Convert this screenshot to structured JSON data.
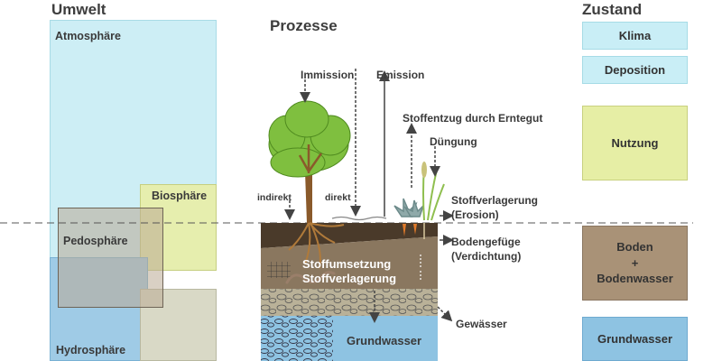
{
  "headers": {
    "umwelt": "Umwelt",
    "prozesse": "Prozesse",
    "zustand": "Zustand"
  },
  "environment": {
    "atmosphaere": "Atmosphäre",
    "biosphaere": "Biosphäre",
    "pedosphaere": "Pedosphäre",
    "hydrosphaere": "Hydrosphäre"
  },
  "processes": {
    "immission": "Immission",
    "emission": "Emission",
    "stoffentzug": "Stoffentzug durch Erntegut",
    "duengung": "Düngung",
    "indirekt": "indirekt",
    "direkt": "direkt",
    "stoffverlagerung_line1": "Stoffverlagerung",
    "stoffverlagerung_line2": "(Erosion)",
    "bodengefuege_line1": "Bodengefüge",
    "bodengefuege_line2": "(Verdichtung)",
    "stoffumsetzung_line1": "Stoffumsetzung",
    "stoffumsetzung_line2": "Stoffverlagerung",
    "gewaesser": "Gewässer",
    "grundwasser_inner": "Grundwasser"
  },
  "states": {
    "klima": "Klima",
    "deposition": "Deposition",
    "nutzung": "Nutzung",
    "boden_line1": "Boden",
    "boden_line2": "+",
    "boden_line3": "Bodenwasser",
    "grundwasser": "Grundwasser"
  },
  "colors": {
    "atmosphere": "#cdeef5",
    "biosphere": "#e6eeae",
    "pedosphere": "#cfc5b3",
    "hydrosphere": "#9fcbe6",
    "klima": "#c9eef6",
    "nutzung": "#e6eea5",
    "boden": "#a99277",
    "grundwasser": "#8ec3e2",
    "soil_top": "#4a3a2a",
    "soil_mid": "#8a775f",
    "soil_low": "#b9b198",
    "water": "#8ec3e2"
  }
}
